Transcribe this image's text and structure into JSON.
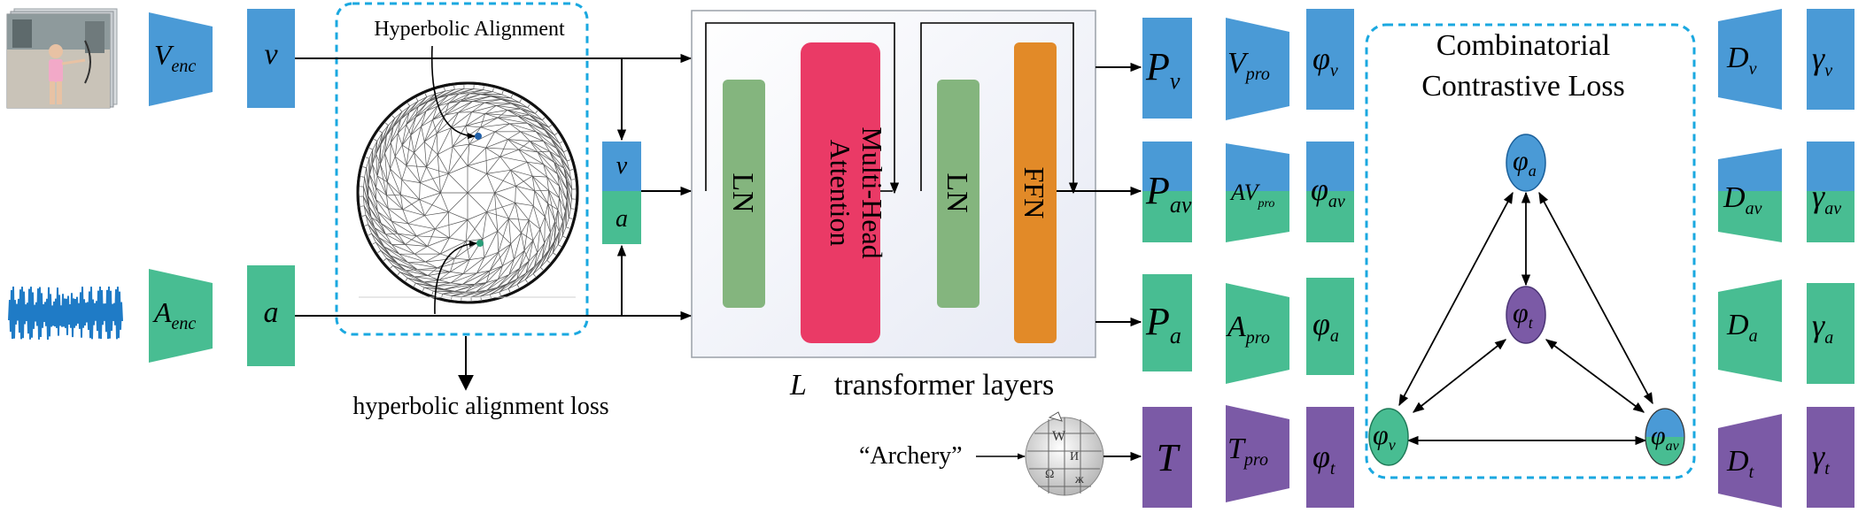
{
  "colors": {
    "video": "#4a9ad6",
    "audio": "#48bd92",
    "text": "#7b5aa6",
    "ln": "#84b57e",
    "mha": "#ea3a66",
    "ffn": "#e28a28",
    "dashed": "#1aa8e0"
  },
  "hyperbolic": {
    "title": "Hyperbolic Alignment",
    "loss_label": "hyperbolic alignment loss"
  },
  "encoders": {
    "video": {
      "main": "V",
      "sub": "enc"
    },
    "audio": {
      "main": "A",
      "sub": "enc"
    }
  },
  "features": {
    "v": "v",
    "a": "a"
  },
  "concat": {
    "top": "v",
    "bottom": "a"
  },
  "transformer": {
    "ln1": "LN",
    "mha_line1": "Multi-Head",
    "mha_line2": "Attention",
    "ln2": "LN",
    "ffn": "FFN",
    "caption_symbol": "L",
    "caption_text": "transformer layers"
  },
  "text_input": {
    "label": "“Archery”"
  },
  "prompts": {
    "pv": {
      "main": "P",
      "sub": "v"
    },
    "pav": {
      "main": "P",
      "sub": "av"
    },
    "pa": {
      "main": "P",
      "sub": "a"
    },
    "t": {
      "main": "T",
      "sub": ""
    }
  },
  "projectors": {
    "v": {
      "main": "V",
      "sub": "pro"
    },
    "av": {
      "main": "AV",
      "sub": "pro"
    },
    "a": {
      "main": "A",
      "sub": "pro"
    },
    "t": {
      "main": "T",
      "sub": "pro"
    }
  },
  "embeddings": {
    "v": {
      "main": "φ",
      "sub": "v"
    },
    "av": {
      "main": "φ",
      "sub": "av"
    },
    "a": {
      "main": "φ",
      "sub": "a"
    },
    "t": {
      "main": "φ",
      "sub": "t"
    }
  },
  "combinatorial": {
    "title_line1": "Combinatorial",
    "title_line2": "Contrastive Loss",
    "nodes": {
      "a": {
        "main": "φ",
        "sub": "a"
      },
      "t": {
        "main": "φ",
        "sub": "t"
      },
      "v": {
        "main": "φ",
        "sub": "v"
      },
      "av": {
        "main": "φ",
        "sub": "av"
      }
    }
  },
  "decoders": {
    "v": {
      "main": "D",
      "sub": "v"
    },
    "av": {
      "main": "D",
      "sub": "av"
    },
    "a": {
      "main": "D",
      "sub": "a"
    },
    "t": {
      "main": "D",
      "sub": "t"
    }
  },
  "outputs": {
    "v": {
      "main": "γ",
      "sub": "v"
    },
    "av": {
      "main": "γ",
      "sub": "av"
    },
    "a": {
      "main": "γ",
      "sub": "a"
    },
    "t": {
      "main": "γ",
      "sub": "t"
    }
  }
}
